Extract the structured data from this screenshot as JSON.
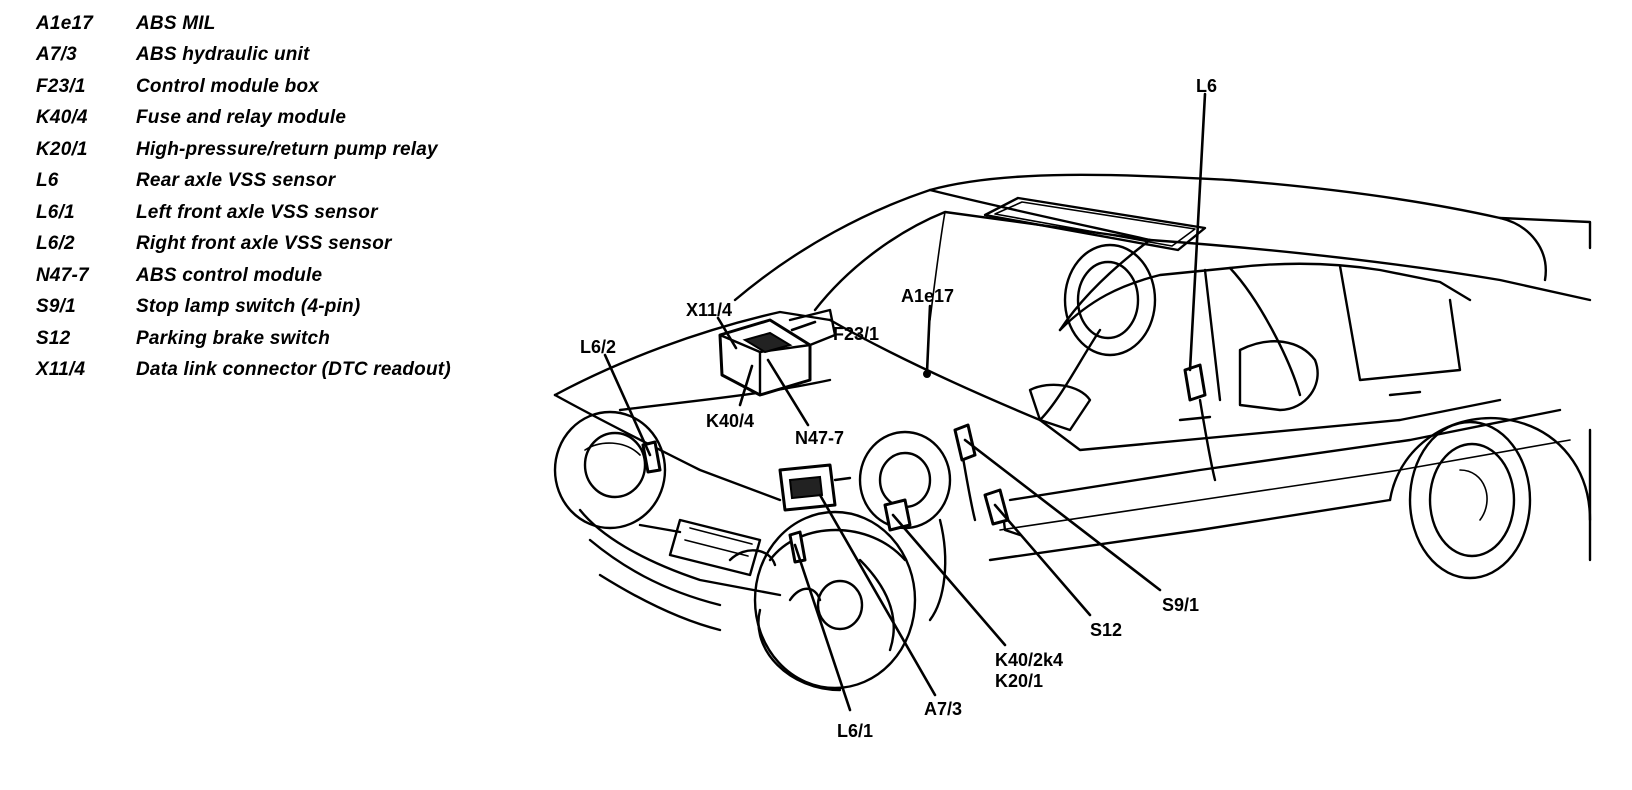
{
  "legend": [
    {
      "code": "A1e17",
      "description": "ABS MIL"
    },
    {
      "code": "A7/3",
      "description": "ABS hydraulic unit"
    },
    {
      "code": "F23/1",
      "description": "Control module box"
    },
    {
      "code": "K40/4",
      "description": "Fuse and relay module"
    },
    {
      "code": "K20/1",
      "description": "High-pressure/return pump relay"
    },
    {
      "code": "L6",
      "description": "Rear axle VSS sensor"
    },
    {
      "code": "L6/1",
      "description": "Left front axle VSS sensor"
    },
    {
      "code": "L6/2",
      "description": "Right front axle VSS sensor"
    },
    {
      "code": "N47-7",
      "description": "ABS control module"
    },
    {
      "code": "S9/1",
      "description": "Stop lamp switch (4-pin)"
    },
    {
      "code": "S12",
      "description": "Parking brake switch"
    },
    {
      "code": "X11/4",
      "description": "Data link connector (DTC readout)"
    }
  ],
  "callouts": {
    "l6": "L6",
    "a1e17": "A1e17",
    "x11_4": "X11/4",
    "f23_1": "F23/1",
    "l6_2": "L6/2",
    "k40_4": "K40/4",
    "n47_7": "N47-7",
    "s9_1": "S9/1",
    "s12": "S12",
    "k40_2k4": "K40/2k4",
    "k20_1": "K20/1",
    "a7_3": "A7/3",
    "l6_1": "L6/1"
  }
}
